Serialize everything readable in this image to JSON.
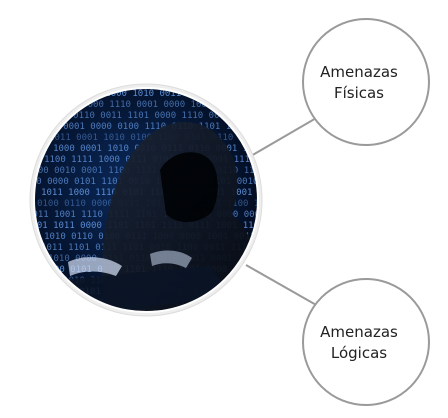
{
  "diagram": {
    "nodes": [
      {
        "id": "fisicas",
        "lines": [
          "Amenazas",
          "Físicas"
        ]
      },
      {
        "id": "logicas",
        "lines": [
          "Amenazas",
          "Lógicas"
        ]
      }
    ],
    "image_content": "hooded-hacker-binary-code",
    "colors": {
      "bubble_border": "#9a9a9a",
      "connector": "#9a9a9a",
      "photo_border": "#e6e6e6",
      "code_digits": "#6aa2f0",
      "photo_bg": "#04122c"
    }
  }
}
